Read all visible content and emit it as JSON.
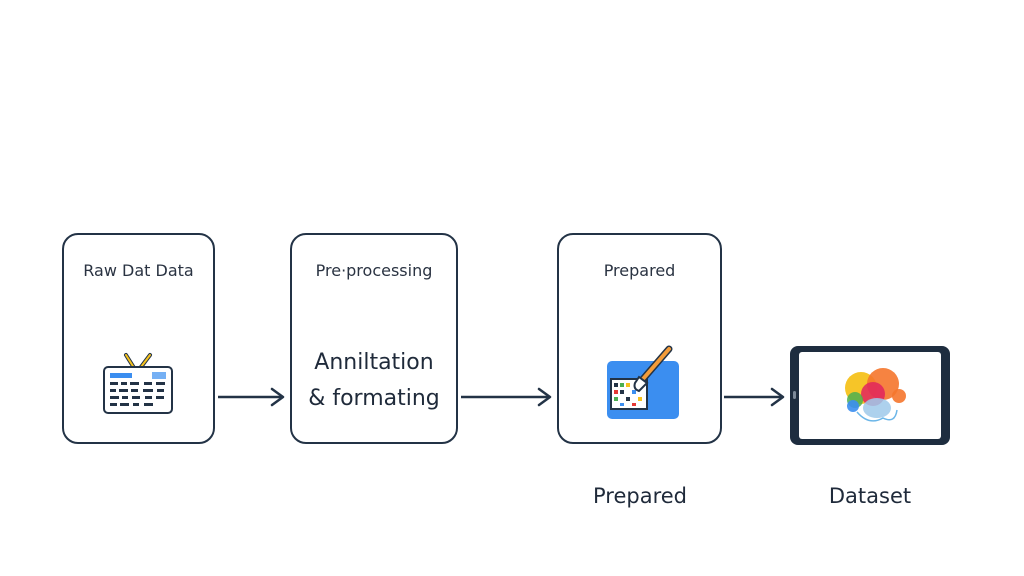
{
  "boxes": [
    {
      "title": "Raw Dat Data",
      "icon": "id-card-icon"
    },
    {
      "title": "Pre·processing",
      "line1": "Anniltation",
      "line2": "& formating"
    },
    {
      "title": "Prepared",
      "icon": "image-edit-icon"
    }
  ],
  "device": {
    "icon": "colorful-blob-icon"
  },
  "captions": {
    "prepared": "Prepared",
    "dataset": "Dataset"
  },
  "colors": {
    "stroke": "#233346",
    "accent_blue": "#3b8ef0",
    "accent_yellow": "#f6c21c"
  }
}
